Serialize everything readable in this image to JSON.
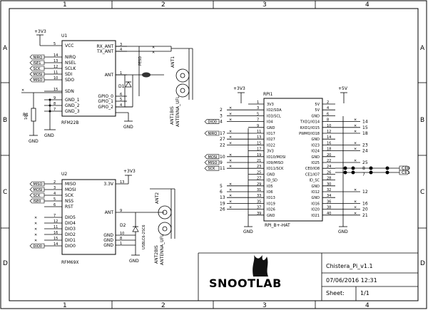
{
  "frame": {
    "cols": [
      "1",
      "2",
      "3",
      "4"
    ],
    "rows": [
      "A",
      "B",
      "C",
      "D"
    ]
  },
  "title_block": {
    "logo": "SNOOTLAB",
    "project": "Chistera_Pi_v1.1",
    "date": "07/06/2016 12:31",
    "sheet_label": "Sheet:",
    "sheet_value": "1/1"
  },
  "u1": {
    "ref": "U1",
    "name": "RFM22B",
    "supply": "+3V3",
    "left_pins": [
      {
        "num": "5",
        "name": "VCC"
      },
      {
        "num": "14",
        "name": "NIRQ"
      },
      {
        "num": "13",
        "name": "NSEL"
      },
      {
        "num": "12",
        "name": "SCLK"
      },
      {
        "num": "11",
        "name": "SDI"
      },
      {
        "num": "10",
        "name": "SDO"
      },
      {
        "num": "15",
        "name": "SDN"
      },
      {
        "num": "9",
        "name": "GND_1"
      },
      {
        "num": "8",
        "name": "GND_2"
      },
      {
        "num": "7",
        "name": "GND_3"
      }
    ],
    "right_pins": [
      {
        "num": "3",
        "name": "RX_ANT"
      },
      {
        "num": "4",
        "name": "TX_ANT"
      },
      {
        "num": "1",
        "name": "ANT"
      },
      {
        "num": "6",
        "name": "GPIO_0"
      },
      {
        "num": "5",
        "name": "GPIO_1"
      },
      {
        "num": "4",
        "name": "GPIO_2"
      }
    ],
    "net_flags": [
      "NIRQ",
      "ISE1",
      "SCK",
      "MOSI",
      "MISO"
    ],
    "r1": {
      "ref": "R1",
      "value": "10k"
    },
    "d1": {
      "ref": "D1",
      "value": "PESD"
    },
    "gnd": [
      "GND",
      "GND"
    ]
  },
  "ant1": {
    "ref": "ANT1",
    "part": "ANT1BIS",
    "label": "ANTENNA_UFL"
  },
  "u2": {
    "ref": "U2",
    "name": "RFM69X",
    "supply": "+3V3",
    "left_pins": [
      {
        "num": "2",
        "name": "MISO"
      },
      {
        "num": "3",
        "name": "MOSI"
      },
      {
        "num": "4",
        "name": "SCK"
      },
      {
        "num": "5",
        "name": "NSS"
      },
      {
        "num": "6",
        "name": "RST"
      },
      {
        "num": "7",
        "name": "DIO5"
      },
      {
        "num": "12",
        "name": "DIO4"
      },
      {
        "num": "11",
        "name": "DIO3"
      },
      {
        "num": "16",
        "name": "DIO2"
      },
      {
        "num": "15",
        "name": "DIO1"
      },
      {
        "num": "14",
        "name": "DIO0"
      }
    ],
    "right_pins": [
      {
        "num": "13",
        "name": "3.3V"
      },
      {
        "num": "9",
        "name": "ANT"
      },
      {
        "num": "10",
        "name": "GND"
      },
      {
        "num": "8",
        "name": "GND"
      },
      {
        "num": "1",
        "name": "GND"
      }
    ],
    "net_flags": [
      "MISO",
      "MOSI",
      "SCK",
      "ISE0",
      "",
      "",
      "",
      "",
      "",
      "",
      "DIO0"
    ],
    "d2": {
      "ref": "D2",
      "value": "USBLC6-2SC6"
    },
    "gnd": "GND"
  },
  "ant2": {
    "ref": "ANT2",
    "part": "ANT2BIS",
    "label": "ANTENNA_UFL"
  },
  "rpi": {
    "ref": "RPI1",
    "name": "RPI_B+-HAT",
    "supply_left": "+3V3",
    "supply_right": "+5V",
    "left_pins": [
      {
        "num": "1",
        "name": "3V3"
      },
      {
        "num": "3",
        "name": "IO2/SDA"
      },
      {
        "num": "5",
        "name": "IO3/SCL"
      },
      {
        "num": "7",
        "name": "IO4"
      },
      {
        "num": "9",
        "name": "GND"
      },
      {
        "num": "11",
        "name": "IO17"
      },
      {
        "num": "13",
        "name": "IO27"
      },
      {
        "num": "15",
        "name": "IO22"
      },
      {
        "num": "17",
        "name": "3V3"
      },
      {
        "num": "19",
        "name": "IO10/MOSI"
      },
      {
        "num": "21",
        "name": "IO9/MISO"
      },
      {
        "num": "23",
        "name": "IO11/SCK"
      },
      {
        "num": "25",
        "name": "GND"
      },
      {
        "num": "27",
        "name": "ID_SD"
      },
      {
        "num": "29",
        "name": "IO5"
      },
      {
        "num": "31",
        "name": "IO6"
      },
      {
        "num": "33",
        "name": "IO13"
      },
      {
        "num": "35",
        "name": "IO19"
      },
      {
        "num": "37",
        "name": "IO26"
      },
      {
        "num": "39",
        "name": "GND"
      }
    ],
    "right_pins": [
      {
        "num": "2",
        "name": "5V"
      },
      {
        "num": "4",
        "name": "5V"
      },
      {
        "num": "6",
        "name": "GND"
      },
      {
        "num": "8",
        "name": "TXD1/IO14"
      },
      {
        "num": "10",
        "name": "RXD1/IO15"
      },
      {
        "num": "12",
        "name": "PWM0/IO18"
      },
      {
        "num": "14",
        "name": "GND"
      },
      {
        "num": "16",
        "name": "IO23"
      },
      {
        "num": "18",
        "name": "IO24"
      },
      {
        "num": "20",
        "name": "GND"
      },
      {
        "num": "22",
        "name": "IO25"
      },
      {
        "num": "24",
        "name": "CE0/IO8"
      },
      {
        "num": "26",
        "name": "CE1/IO7"
      },
      {
        "num": "28",
        "name": "ID_SC"
      },
      {
        "num": "30",
        "name": "GND"
      },
      {
        "num": "32",
        "name": "IO12"
      },
      {
        "num": "34",
        "name": "GND"
      },
      {
        "num": "36",
        "name": "IO16"
      },
      {
        "num": "38",
        "name": "IO20"
      },
      {
        "num": "40",
        "name": "IO21"
      }
    ],
    "outer_left_nums": [
      "2",
      "3",
      "4",
      "17",
      "27",
      "22",
      "10",
      "9",
      "11",
      "",
      "",
      "5",
      "6",
      "13",
      "19",
      "26"
    ],
    "outer_right_nums": [
      "14",
      "15",
      "18",
      "23",
      "24",
      "25",
      "8",
      "7",
      "12",
      "16",
      "20",
      "21"
    ],
    "flags_left": [
      "DIO0",
      "NIRQ",
      "MOSI",
      "MISO",
      "SCK"
    ],
    "flags_right": [
      "CE0",
      "CE1"
    ],
    "gnd": [
      "GND",
      "GND"
    ]
  }
}
